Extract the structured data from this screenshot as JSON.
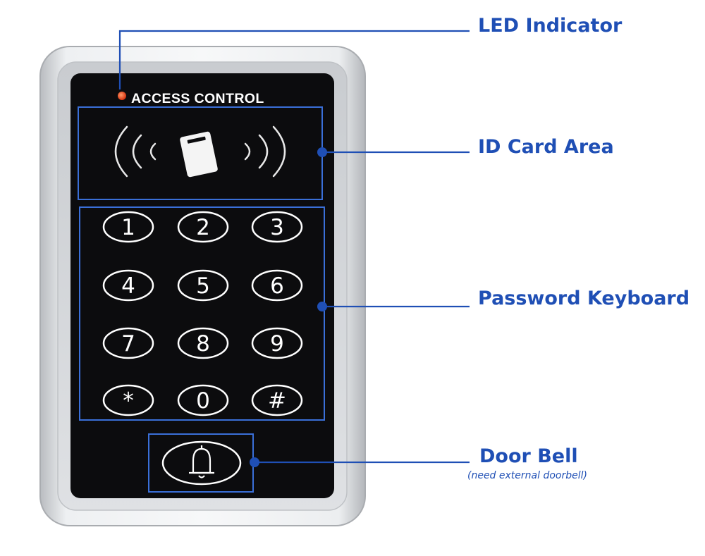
{
  "device": {
    "brand_text": "ACCESS CONTROL",
    "led_color": "#e8401c",
    "keys": [
      "1",
      "2",
      "3",
      "4",
      "5",
      "6",
      "7",
      "8",
      "9",
      "*",
      "0",
      "#"
    ],
    "bell_icon": "bell-icon",
    "card_icon": "rfid-card-icon"
  },
  "callouts": {
    "led": "LED Indicator",
    "card": "ID Card Area",
    "keyboard": "Password Keyboard",
    "bell": "Door Bell",
    "bell_note": "(need external doorbell)"
  },
  "colors": {
    "callout": "#1f4fb5",
    "panel": "#0c0c0e",
    "frame": "#d6d8db"
  }
}
